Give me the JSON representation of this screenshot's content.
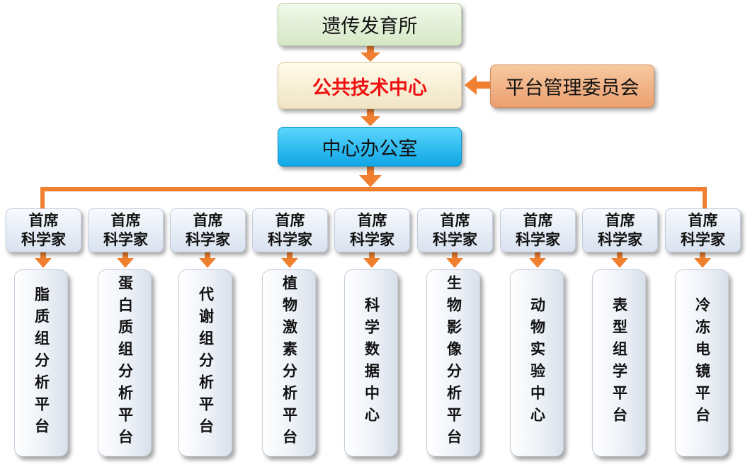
{
  "org_chart": {
    "institute": "遗传发育所",
    "public_center": "公共技术中心",
    "committee": "平台管理委员会",
    "office": "中心办公室",
    "chief_scientist_line1": "首席",
    "chief_scientist_line2": "科学家",
    "platforms": [
      "脂质组分析平台",
      "蛋白质组分析平台",
      "代谢组分析平台",
      "植物激素分析平台",
      "科学数据中心",
      "生物影像分析平台",
      "动物实验中心",
      "表型组学平台",
      "冷冻电镜平台"
    ]
  },
  "colors": {
    "connector": "#f08030",
    "public_center_text": "#ee1111",
    "office_fill": "#1aa9e8",
    "committee_fill": "#f0a878",
    "institute_fill": "#dcebcf"
  }
}
